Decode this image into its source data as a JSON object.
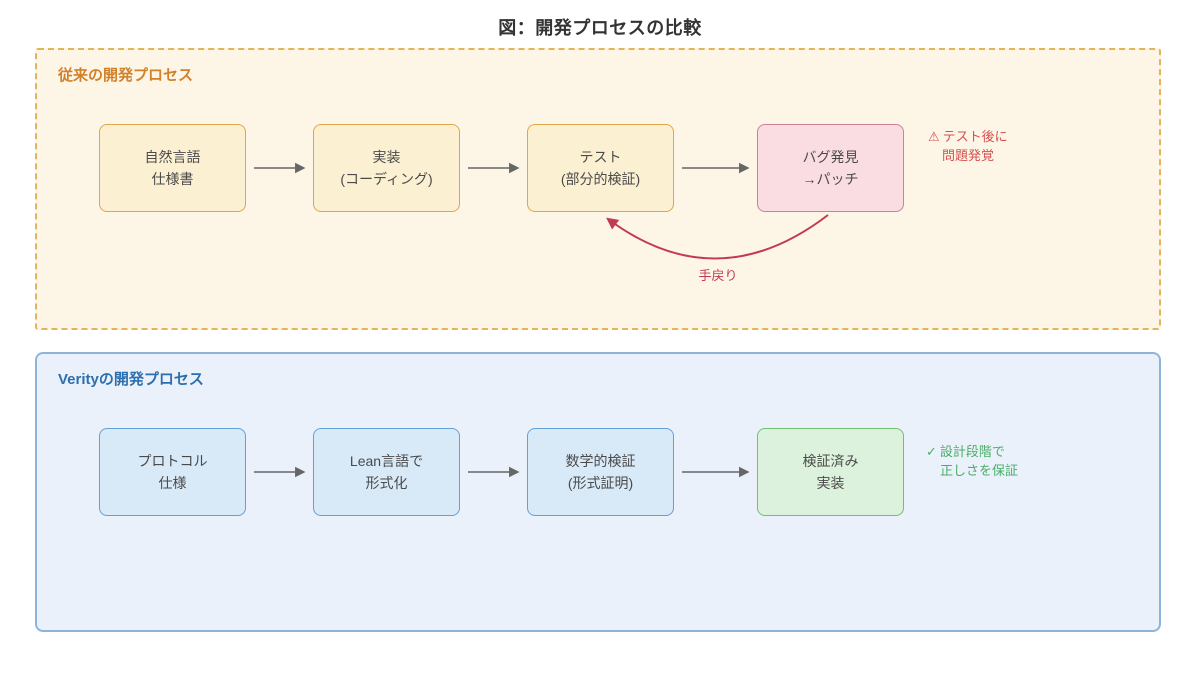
{
  "title": "図：開発プロセスの比較",
  "colors": {
    "page_bg": "#ffffff",
    "title_text": "#333333",
    "trad_bg": "#fdf6e6",
    "trad_border": "#e4b45c",
    "trad_label": "#d2812b",
    "step_yellow_bg": "#fcf0d2",
    "step_yellow_border": "#dfa64a",
    "step_pink_bg": "#f9dde3",
    "step_pink_border": "#cc8193",
    "verity_bg": "#eaf1fb",
    "verity_border": "#8fb4dc",
    "verity_label": "#2d6fae",
    "step_blue_bg": "#d8e9f8",
    "step_blue_border": "#64a0d8",
    "step_green_bg": "#ddf2dc",
    "step_green_border": "#72bf72",
    "box_text": "#4a4a4a",
    "arrow_gray": "#666666",
    "warn_red": "#d65050",
    "loop_red": "#c13b52",
    "ok_green": "#4bae68"
  },
  "traditional": {
    "label": "従来の開発プロセス",
    "steps": [
      {
        "line1": "自然言語",
        "line2": "仕様書"
      },
      {
        "line1": "実装",
        "line2": "(コーディング)"
      },
      {
        "line1": "テスト",
        "line2": "(部分的検証)"
      },
      {
        "line1": "バグ発見",
        "line2": "→パッチ"
      }
    ],
    "annotation": {
      "icon": "⚠",
      "line1": "テスト後に",
      "line2": "問題発覚"
    },
    "loop_label": "手戻り"
  },
  "verity": {
    "label": "Verityの開発プロセス",
    "steps": [
      {
        "line1": "プロトコル",
        "line2": "仕様"
      },
      {
        "line1": "Lean言語で",
        "line2": "形式化"
      },
      {
        "line1": "数学的検証",
        "line2": "(形式証明)"
      },
      {
        "line1": "検証済み",
        "line2": "実装"
      }
    ],
    "annotation": {
      "icon": "✓",
      "line1": "設計段階で",
      "line2": "正しさを保証"
    }
  }
}
